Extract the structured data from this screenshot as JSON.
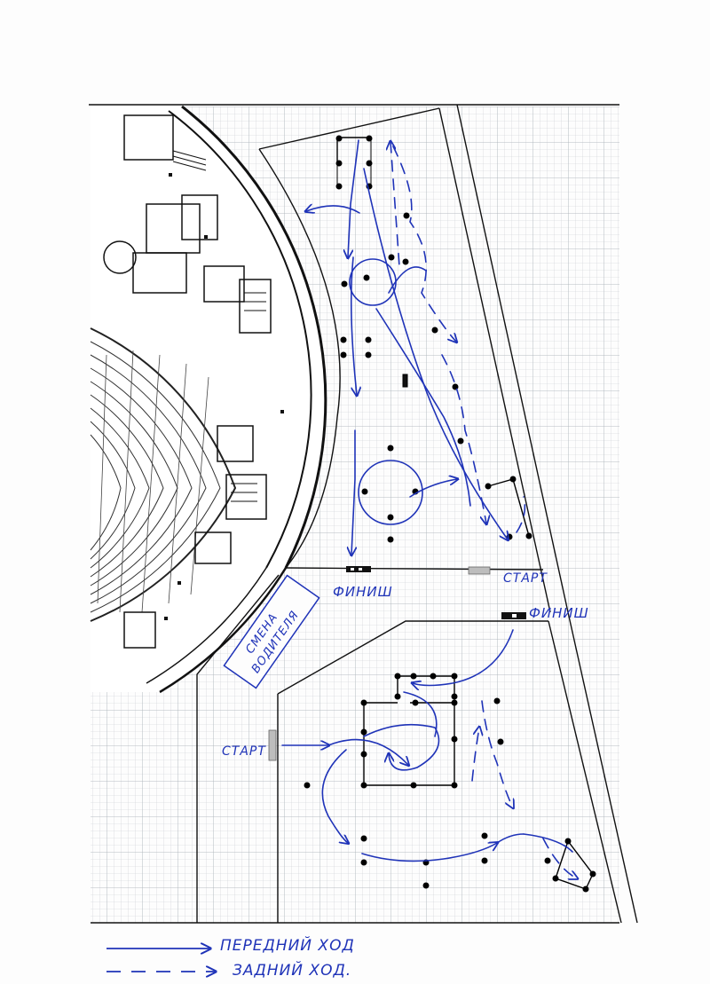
{
  "labels": {
    "top_finish": "ФИНИШ",
    "top_start": "СТАРТ",
    "bottom_finish": "ФИНИШ",
    "bottom_start": "СТАРТ",
    "driver_change_line1": "СМЕНА",
    "driver_change_line2": "ВОДИТЕЛЯ"
  },
  "legend": {
    "forward": "ПЕРЕДНИЙ ХОД",
    "reverse": "ЗАДНИЙ ХОД."
  },
  "colors": {
    "ink": "#1f33b8",
    "lines": "#111111",
    "grid": "#c9cdd3",
    "cone": "#000000",
    "start_gate": "#bdbdbd"
  },
  "icons": {
    "cone": "cone-dot-icon",
    "forward_arrow": "solid-arrow-icon",
    "reverse_arrow": "dashed-arrow-icon"
  }
}
